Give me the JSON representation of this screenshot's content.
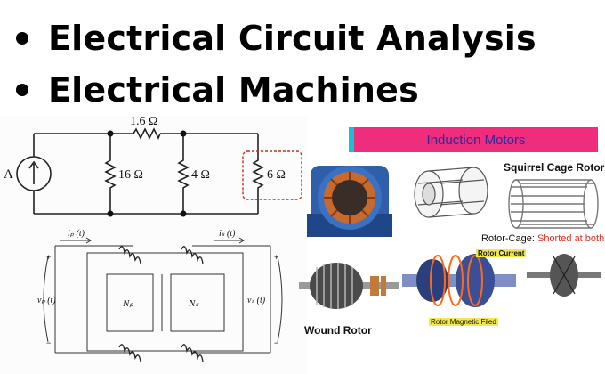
{
  "headings": [
    {
      "text": "Electrical Circuit Analysis"
    },
    {
      "text": "Electrical Machines"
    }
  ],
  "circuit": {
    "series_resistor": "1.6 Ω",
    "shunt_resistors": [
      "16 Ω",
      "4 Ω",
      "6 Ω"
    ],
    "source_label": "A"
  },
  "transformer": {
    "primary_current": "iₚ (t)",
    "secondary_current": "iₛ (t)",
    "primary_voltage": "vₚ (t)",
    "secondary_voltage": "vₛ (t)",
    "primary_turns": "Nₚ",
    "secondary_turns": "Nₛ",
    "plus_sign": "+",
    "minus_sign": "−"
  },
  "motors": {
    "banner_title": "Induction Motors",
    "squirrel_cage_label": "Squirrel Cage Rotor",
    "rotor_cage_prefix": "Rotor-Cage: ",
    "rotor_cage_highlight": "Shorted at both ends",
    "wound_rotor_label": "Wound Rotor",
    "rotor_current_label": "Rotor Current",
    "rotor_field_label": "Rotor Magnetic Filed"
  }
}
